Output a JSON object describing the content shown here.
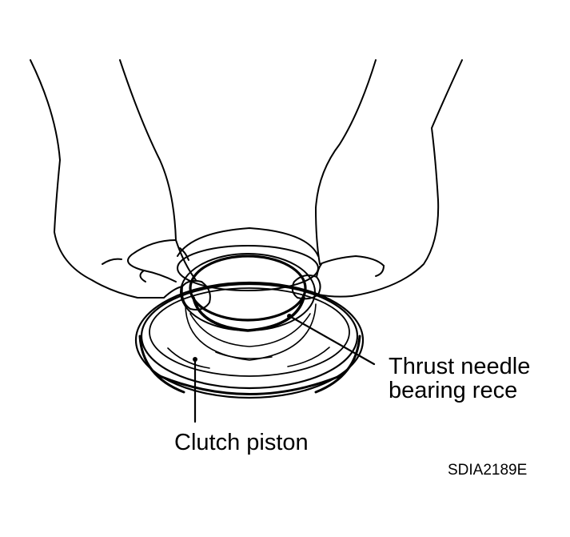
{
  "callouts": {
    "thrust_needle_line1": "Thrust needle",
    "thrust_needle_line2": "bearing rece",
    "clutch_piston": "Clutch piston"
  },
  "figure_code": "SDIA2189E",
  "colors": {
    "ink": "#000000",
    "paper": "#ffffff"
  },
  "icons": {
    "hands": "hands-holding-race-illustration",
    "piston": "clutch-piston-illustration",
    "race": "thrust-needle-bearing-race-illustration"
  }
}
